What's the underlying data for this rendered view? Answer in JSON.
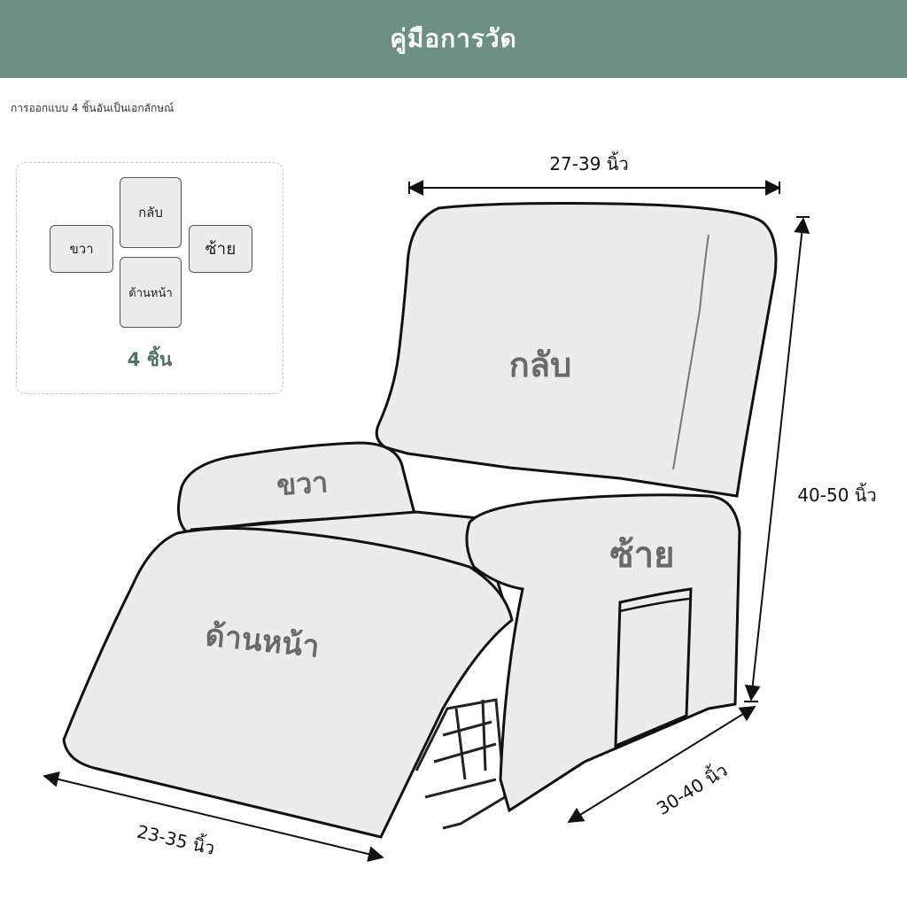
{
  "header": {
    "title": "คู่มือการวัด"
  },
  "subtitle": "การออกแบบ 4 ชิ้นอันเป็นเอกลักษณ์",
  "legend": {
    "back": "กลับ",
    "right": "ขวา",
    "left": "ซ้าย",
    "front": "ด้านหน้า",
    "pieces": "4 ชิ้น"
  },
  "diagram": {
    "parts": {
      "back": "กลับ",
      "right_arm": "ขวา",
      "left_arm": "ซ้าย",
      "front": "ด้านหน้า"
    },
    "dimensions": {
      "width": "27-39 นิ้ว",
      "height": "40-50 นิ้ว",
      "depth": "30-40 นิ้ว",
      "footrest": "23-35 นิ้ว"
    }
  },
  "colors": {
    "header_bg": "#6c9085",
    "accent": "#4f7268",
    "chair_fill": "#ececec"
  }
}
